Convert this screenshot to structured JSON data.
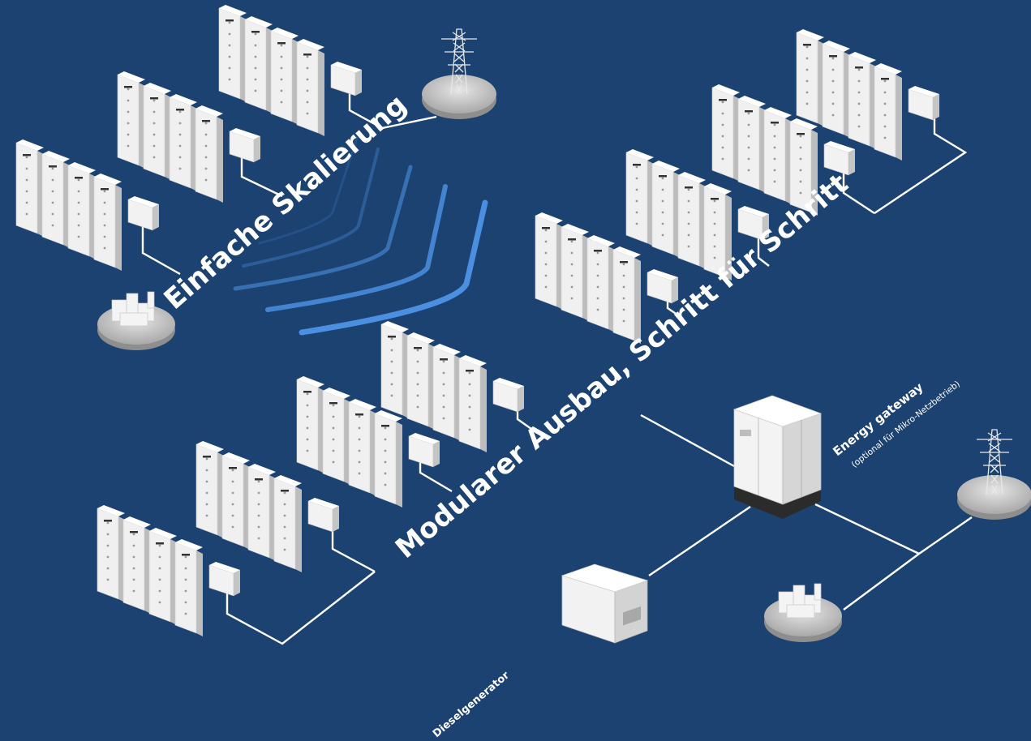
{
  "colors": {
    "background": "#1c4272",
    "line": "#ffffff",
    "arc_accent": "#4a8fe0",
    "module_face": "#f0f0f0",
    "module_side": "#bdbdbd",
    "disc": "#cfcfcf"
  },
  "labels": {
    "scaling": "Einfache Skalierung",
    "modular": "Modularer Ausbau, Schritt für Schritt",
    "gateway_title": "Energy gateway",
    "gateway_note": "(optional für Mikro-Netzbetrieb)",
    "diesel": "Dieselgenerator"
  },
  "icons": {
    "grid_tower": "power-grid-tower-icon",
    "factory": "factory-icon",
    "gateway_cabinet": "energy-gateway-cabinet-icon",
    "diesel_generator": "diesel-generator-icon",
    "battery_stack": "battery-storage-rack-icon"
  }
}
